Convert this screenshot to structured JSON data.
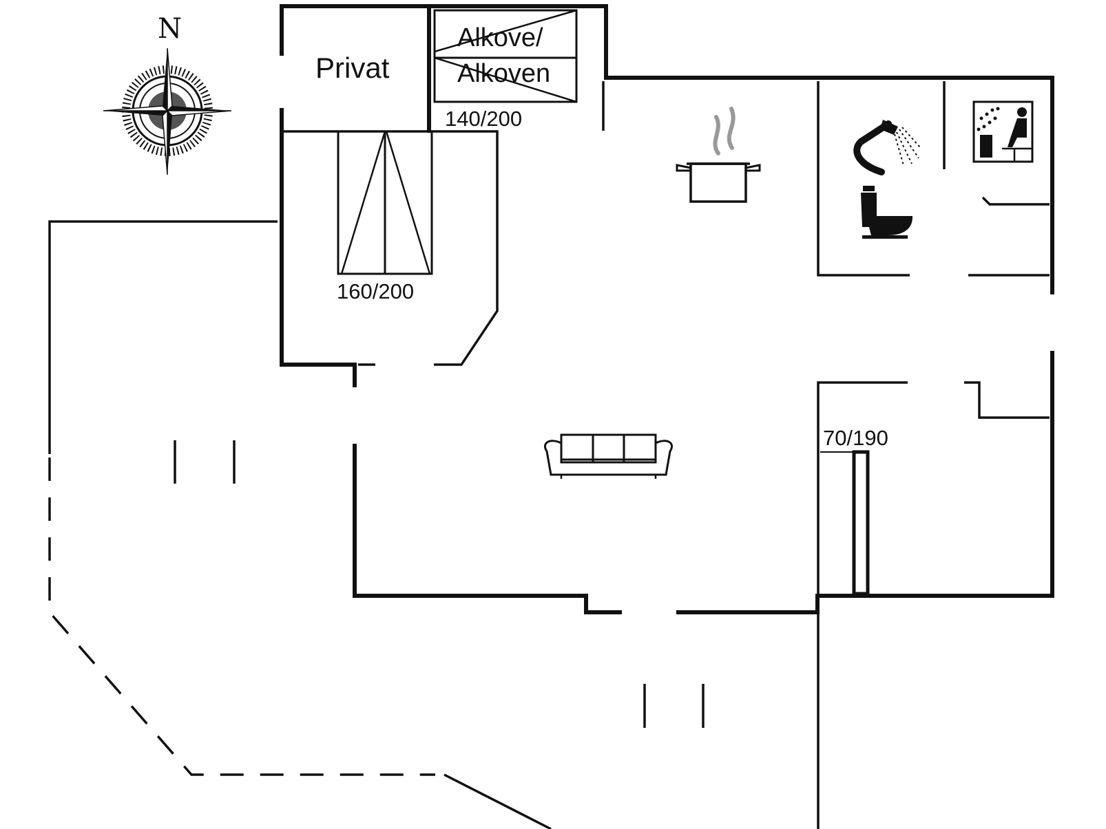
{
  "compass": {
    "north_label": "N"
  },
  "rooms": {
    "privat_label": "Privat",
    "alkove_label_1": "Alkove/",
    "alkove_label_2": "Alkoven"
  },
  "beds": {
    "alcove_bed": "140/200",
    "double_bed": "160/200",
    "single_bed": "70/190"
  },
  "icons": [
    "compass-rose-icon",
    "cooking-pot-icon",
    "shower-icon",
    "toilet-icon",
    "sauna-icon",
    "sofa-icon"
  ]
}
